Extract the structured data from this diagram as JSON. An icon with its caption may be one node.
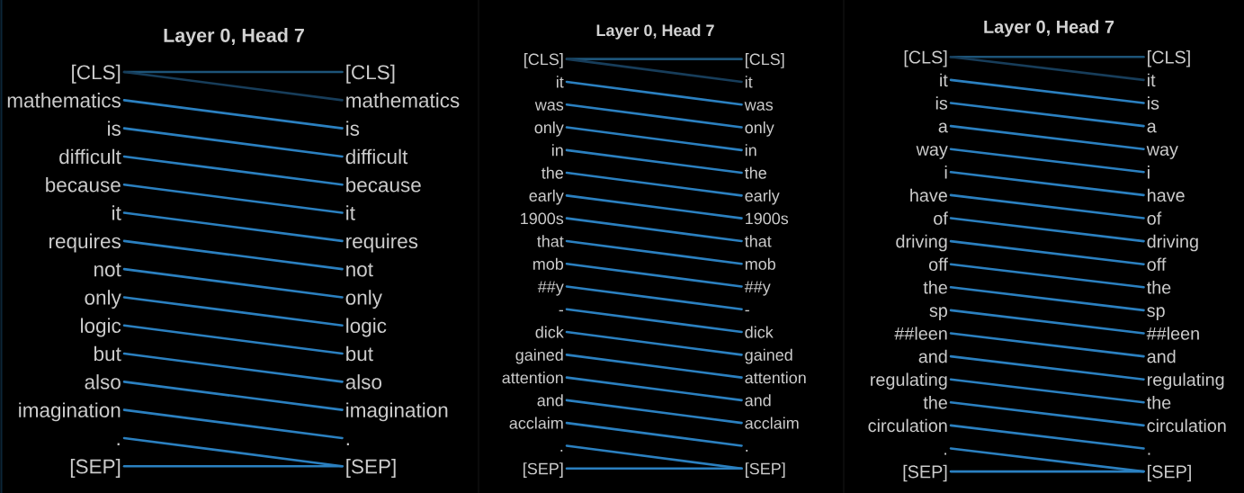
{
  "diagram": {
    "nodes": [
      {
        "text": [
          "[CLS]"
        ]
      },
      {
        "text": [
          "mathematics"
        ]
      },
      {
        "text": [
          "is"
        ]
      },
      {
        "text": [
          "difficult"
        ]
      },
      {
        "text": [
          "because"
        ]
      },
      {
        "text": [
          "it"
        ]
      },
      {
        "text": [
          "requires"
        ]
      },
      {
        "text": [
          "not"
        ]
      },
      {
        "text": [
          "only"
        ]
      },
      {
        "text": [
          "logic"
        ]
      },
      {
        "text": [
          "but"
        ]
      },
      {
        "text": [
          "also"
        ]
      },
      {
        "text": [
          "imagination"
        ]
      },
      {
        "text": [
          "."
        ]
      },
      {
        "text": [
          "[SEP]"
        ]
      },
      {
        "text": [
          "[CLS]"
        ]
      },
      {
        "text": [
          "mathematics"
        ]
      },
      {
        "text": [
          "is"
        ]
      },
      {
        "text": [
          "difficult"
        ]
      },
      {
        "text": [
          "because"
        ]
      },
      {
        "text": [
          "it"
        ]
      },
      {
        "text": [
          "requires"
        ]
      },
      {
        "text": [
          "not"
        ]
      },
      {
        "text": [
          "only"
        ]
      },
      {
        "text": [
          "logic"
        ]
      },
      {
        "text": [
          "but"
        ]
      },
      {
        "text": [
          "also"
        ]
      },
      {
        "text": [
          "imagination"
        ]
      },
      {
        "text": [
          "."
        ]
      },
      {
        "text": [
          "[SEP]"
        ]
      },
      {
        "text": [
          "[CLS]"
        ]
      },
      {
        "text": [
          "it"
        ]
      },
      {
        "text": [
          "was"
        ]
      },
      {
        "text": [
          "only"
        ]
      },
      {
        "text": [
          "in"
        ]
      },
      {
        "text": [
          "the"
        ]
      },
      {
        "text": [
          "early"
        ]
      },
      {
        "text": [
          "1900s"
        ]
      },
      {
        "text": [
          "that"
        ]
      },
      {
        "text": [
          "mob"
        ]
      },
      {
        "text": [
          "##y"
        ]
      },
      {
        "text": [
          "-"
        ]
      },
      {
        "text": [
          "dick"
        ]
      },
      {
        "text": [
          "gained"
        ]
      },
      {
        "text": [
          "attention"
        ]
      },
      {
        "text": [
          "and"
        ]
      },
      {
        "text": [
          "acclaim"
        ]
      },
      {
        "text": [
          "."
        ]
      },
      {
        "text": [
          "[SEP]"
        ]
      },
      {
        "text": [
          "[CLS]"
        ]
      },
      {
        "text": [
          "it"
        ]
      },
      {
        "text": [
          "was"
        ]
      },
      {
        "text": [
          "only"
        ]
      },
      {
        "text": [
          "in"
        ]
      },
      {
        "text": [
          "the"
        ]
      },
      {
        "text": [
          "early"
        ]
      },
      {
        "text": [
          "1900s"
        ]
      },
      {
        "text": [
          "that"
        ]
      },
      {
        "text": [
          "mob"
        ]
      },
      {
        "text": [
          "##y"
        ]
      },
      {
        "text": [
          "-"
        ]
      },
      {
        "text": [
          "dick"
        ]
      },
      {
        "text": [
          "gained"
        ]
      },
      {
        "text": [
          "attention"
        ]
      },
      {
        "text": [
          "and"
        ]
      },
      {
        "text": [
          "acclaim"
        ]
      },
      {
        "text": [
          "."
        ]
      },
      {
        "text": [
          "[SEP]"
        ]
      },
      {
        "text": [
          "[CLS]"
        ]
      },
      {
        "text": [
          "it"
        ]
      },
      {
        "text": [
          "is"
        ]
      },
      {
        "text": [
          "a"
        ]
      },
      {
        "text": [
          "way"
        ]
      },
      {
        "text": [
          "i"
        ]
      },
      {
        "text": [
          "have"
        ]
      },
      {
        "text": [
          "of"
        ]
      },
      {
        "text": [
          "driving"
        ]
      },
      {
        "text": [
          "off"
        ]
      },
      {
        "text": [
          "the"
        ]
      },
      {
        "text": [
          "sp"
        ]
      },
      {
        "text": [
          "##leen"
        ]
      },
      {
        "text": [
          "and"
        ]
      },
      {
        "text": [
          "regulating"
        ]
      },
      {
        "text": [
          "the"
        ]
      },
      {
        "text": [
          "circulation"
        ]
      },
      {
        "text": [
          "."
        ]
      },
      {
        "text": [
          "[SEP]"
        ]
      },
      {
        "text": [
          "[CLS]"
        ]
      },
      {
        "text": [
          "it"
        ]
      },
      {
        "text": [
          "is"
        ]
      },
      {
        "text": [
          "a"
        ]
      },
      {
        "text": [
          "way"
        ]
      },
      {
        "text": [
          "i"
        ]
      },
      {
        "text": [
          "have"
        ]
      },
      {
        "text": [
          "of"
        ]
      },
      {
        "text": [
          "driving"
        ]
      },
      {
        "text": [
          "off"
        ]
      },
      {
        "text": [
          "the"
        ]
      },
      {
        "text": [
          "sp"
        ]
      },
      {
        "text": [
          "##leen"
        ]
      },
      {
        "text": [
          "and"
        ]
      },
      {
        "text": [
          "regulating"
        ]
      },
      {
        "text": [
          "the"
        ]
      },
      {
        "text": [
          "circulation"
        ]
      },
      {
        "text": [
          "."
        ]
      },
      {
        "text": [
          "[SEP]"
        ]
      }
    ],
    "edges": [
      {
        "from": 0,
        "to": 15,
        "arrow": "none",
        "color": "#1d5478"
      },
      {
        "from": 0,
        "to": 16,
        "arrow": "none",
        "color": "#173d5a"
      },
      {
        "from": 1,
        "to": 17,
        "arrow": "none"
      },
      {
        "from": 2,
        "to": 18,
        "arrow": "none"
      },
      {
        "from": 3,
        "to": 19,
        "arrow": "none"
      },
      {
        "from": 4,
        "to": 20,
        "arrow": "none"
      },
      {
        "from": 5,
        "to": 21,
        "arrow": "none"
      },
      {
        "from": 6,
        "to": 22,
        "arrow": "none"
      },
      {
        "from": 7,
        "to": 23,
        "arrow": "none"
      },
      {
        "from": 8,
        "to": 24,
        "arrow": "none"
      },
      {
        "from": 9,
        "to": 25,
        "arrow": "none"
      },
      {
        "from": 10,
        "to": 26,
        "arrow": "none"
      },
      {
        "from": 11,
        "to": 27,
        "arrow": "none"
      },
      {
        "from": 12,
        "to": 28,
        "arrow": "none"
      },
      {
        "from": 13,
        "to": 29,
        "arrow": "none"
      },
      {
        "from": 14,
        "to": 29,
        "arrow": "none"
      },
      {
        "from": 30,
        "to": 49,
        "arrow": "none",
        "color": "#1d5478"
      },
      {
        "from": 30,
        "to": 50,
        "arrow": "none",
        "color": "#173d5a"
      },
      {
        "from": 31,
        "to": 51,
        "arrow": "none"
      },
      {
        "from": 32,
        "to": 52,
        "arrow": "none"
      },
      {
        "from": 33,
        "to": 53,
        "arrow": "none"
      },
      {
        "from": 34,
        "to": 54,
        "arrow": "none"
      },
      {
        "from": 35,
        "to": 55,
        "arrow": "none"
      },
      {
        "from": 36,
        "to": 56,
        "arrow": "none"
      },
      {
        "from": 37,
        "to": 57,
        "arrow": "none"
      },
      {
        "from": 38,
        "to": 58,
        "arrow": "none"
      },
      {
        "from": 39,
        "to": 59,
        "arrow": "none"
      },
      {
        "from": 40,
        "to": 60,
        "arrow": "none"
      },
      {
        "from": 41,
        "to": 61,
        "arrow": "none"
      },
      {
        "from": 42,
        "to": 62,
        "arrow": "none"
      },
      {
        "from": 43,
        "to": 63,
        "arrow": "none"
      },
      {
        "from": 44,
        "to": 64,
        "arrow": "none"
      },
      {
        "from": 45,
        "to": 65,
        "arrow": "none"
      },
      {
        "from": 46,
        "to": 66,
        "arrow": "none"
      },
      {
        "from": 47,
        "to": 67,
        "arrow": "none"
      },
      {
        "from": 48,
        "to": 67,
        "arrow": "none"
      },
      {
        "from": 68,
        "to": 87,
        "arrow": "none",
        "color": "#1d5478"
      },
      {
        "from": 68,
        "to": 88,
        "arrow": "none",
        "color": "#173d5a"
      },
      {
        "from": 69,
        "to": 89,
        "arrow": "none"
      },
      {
        "from": 70,
        "to": 90,
        "arrow": "none"
      },
      {
        "from": 71,
        "to": 91,
        "arrow": "none"
      },
      {
        "from": 72,
        "to": 92,
        "arrow": "none"
      },
      {
        "from": 73,
        "to": 93,
        "arrow": "none"
      },
      {
        "from": 74,
        "to": 94,
        "arrow": "none"
      },
      {
        "from": 75,
        "to": 95,
        "arrow": "none"
      },
      {
        "from": 76,
        "to": 96,
        "arrow": "none"
      },
      {
        "from": 77,
        "to": 97,
        "arrow": "none"
      },
      {
        "from": 78,
        "to": 98,
        "arrow": "none"
      },
      {
        "from": 79,
        "to": 99,
        "arrow": "none"
      },
      {
        "from": 80,
        "to": 100,
        "arrow": "none"
      },
      {
        "from": 81,
        "to": 101,
        "arrow": "none"
      },
      {
        "from": 82,
        "to": 102,
        "arrow": "none"
      },
      {
        "from": 83,
        "to": 103,
        "arrow": "none"
      },
      {
        "from": 84,
        "to": 104,
        "arrow": "none"
      },
      {
        "from": 85,
        "to": 105,
        "arrow": "none"
      },
      {
        "from": 86,
        "to": 105,
        "arrow": "none"
      }
    ],
    "labels": [
      "Layer 0, Head 7",
      "Layer 0, Head 7",
      "Layer 0, Head 7"
    ]
  }
}
